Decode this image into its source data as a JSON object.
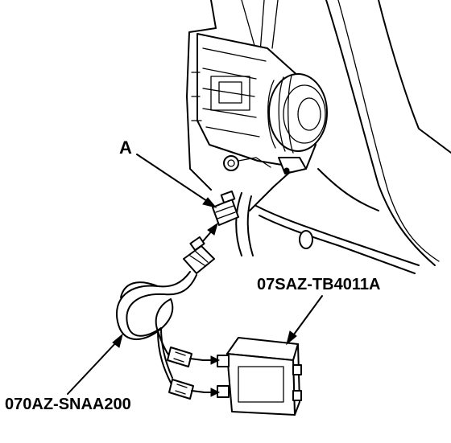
{
  "callouts": {
    "part_a": "A",
    "adapter_part_number": "07SAZ-TB4011A",
    "harness_part_number": "070AZ-SNAA200"
  },
  "icons": [
    "arrow-icon",
    "plug-connector-icon"
  ]
}
